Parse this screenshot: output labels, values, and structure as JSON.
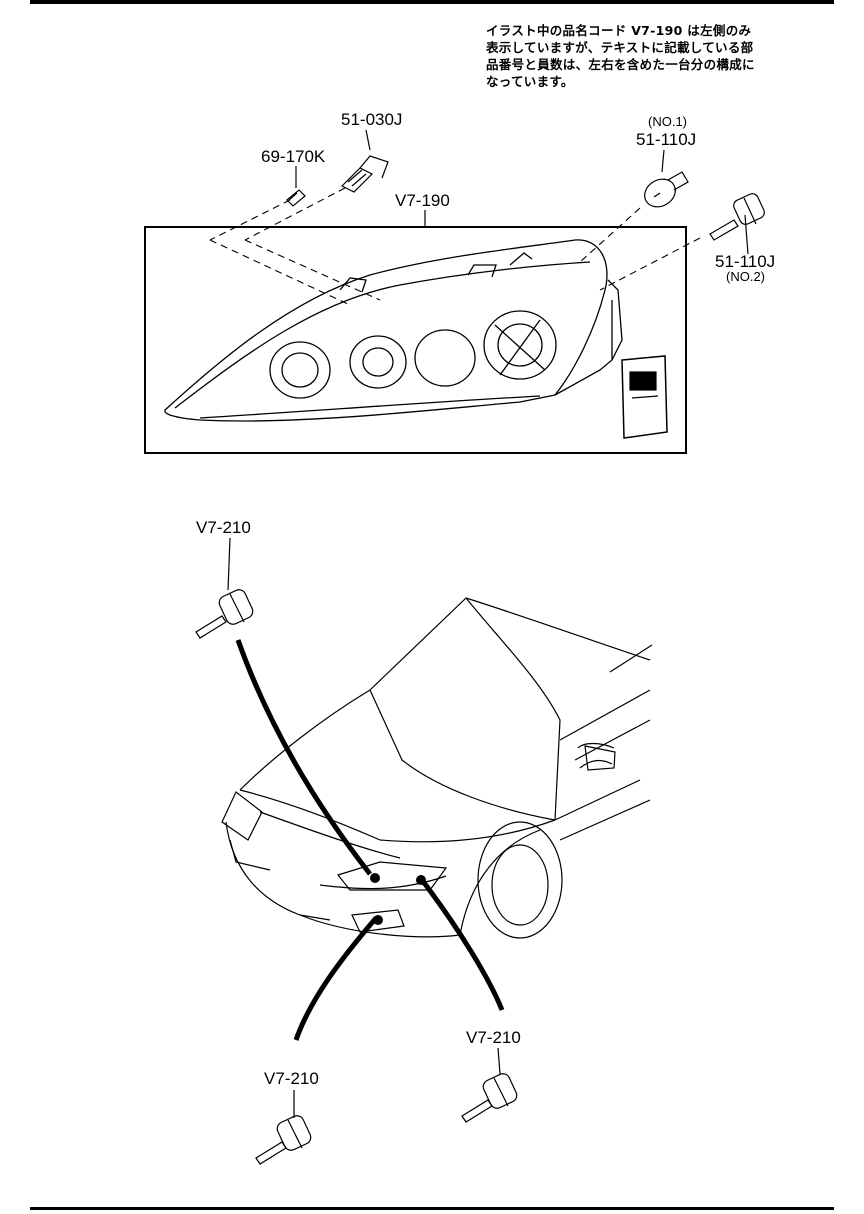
{
  "note": {
    "lines": [
      "イラスト中の品名コード V7-190 は左側のみ",
      "表示していますが、テキストに記載している部",
      "品番号と員数は、左右を含めた一台分の構成に",
      "なっています。"
    ]
  },
  "parts": {
    "position_bulb": "69-170K",
    "bulb_socket": "51-030J",
    "headlamp_assembly": "V7-190",
    "turn_bulb_code": "51-110J",
    "turn_bulb_no": "(NO.1)",
    "halogen_bulb_code": "51-110J",
    "halogen_bulb_no": "(NO.2)",
    "fog_bulb_top": "V7-210",
    "fog_bulb_bottom_left": "V7-210",
    "fog_bulb_bottom_right": "V7-210"
  },
  "colors": {
    "ink": "#000000",
    "paper": "#ffffff"
  }
}
